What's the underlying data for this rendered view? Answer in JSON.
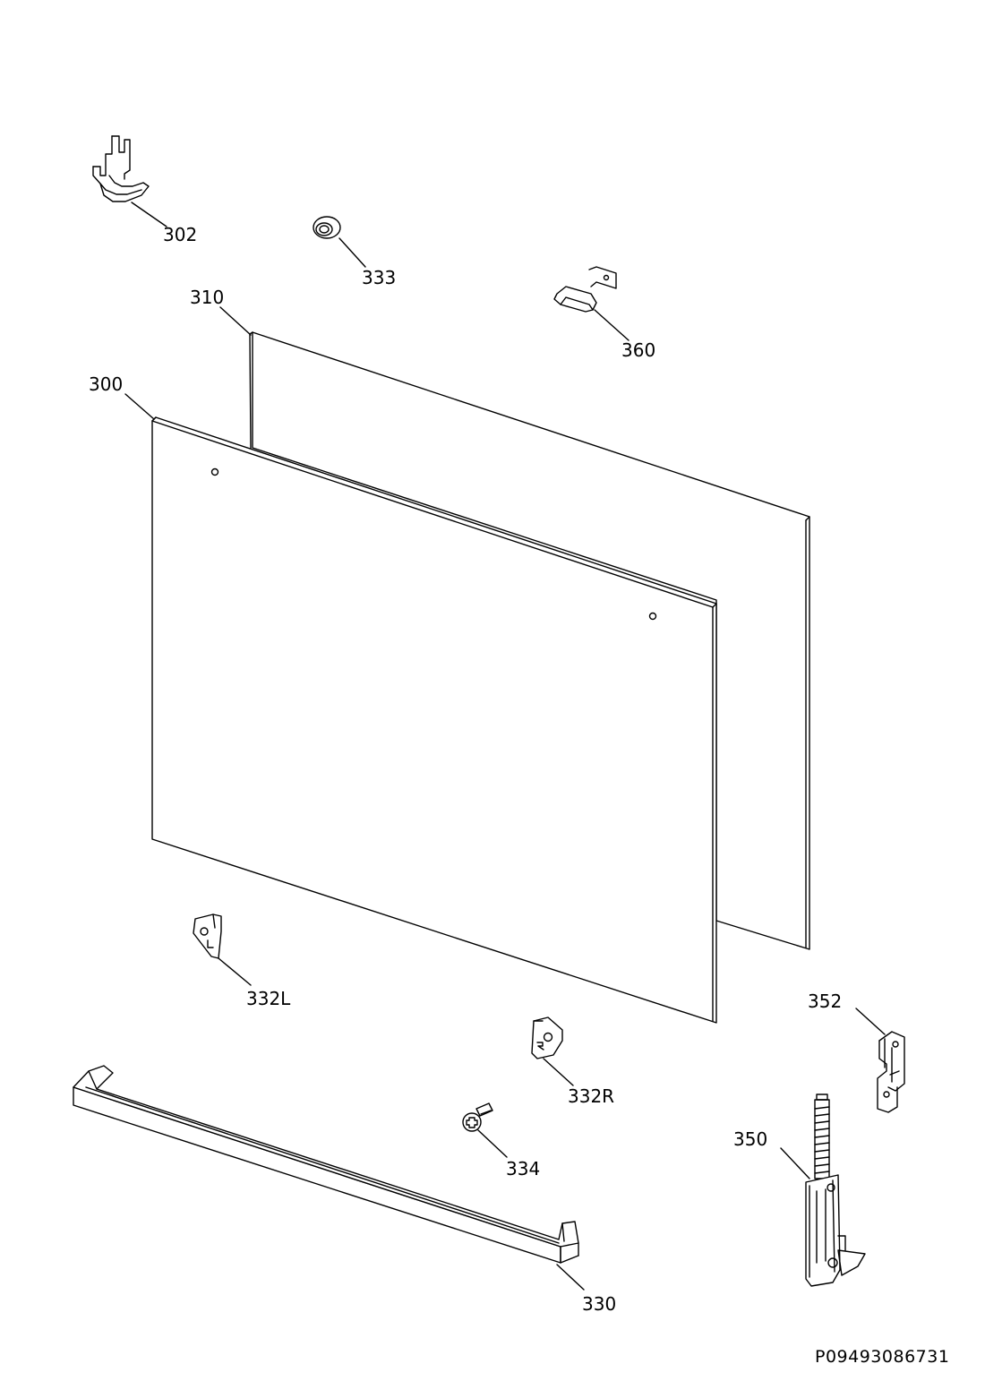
{
  "diagram": {
    "part_labels": {
      "p302": "302",
      "p333": "333",
      "p310": "310",
      "p360": "360",
      "p300": "300",
      "p332L": "332L",
      "p332R": "332R",
      "p352": "352",
      "p334": "334",
      "p350": "350",
      "p330": "330"
    },
    "document_id": "P09493086731",
    "colors": {
      "stroke": "#000000",
      "background": "#ffffff"
    }
  }
}
